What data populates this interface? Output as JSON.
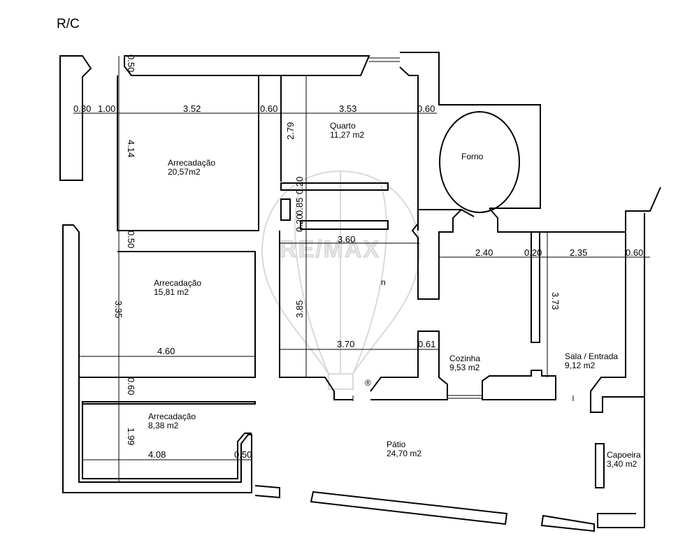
{
  "title": "R/C",
  "watermark": "RE/MAX",
  "watermark_mark": "®",
  "rooms": [
    {
      "id": "arrecadacao-1",
      "name": "Arrecadação",
      "area": "20,57m2"
    },
    {
      "id": "quarto",
      "name": "Quarto",
      "area": "11,27 m2"
    },
    {
      "id": "forno",
      "name": "Forno",
      "area": ""
    },
    {
      "id": "arrecadacao-2",
      "name": "Arrecadação",
      "area": "15,81 m2"
    },
    {
      "id": "cozinha",
      "name": "Cozinha",
      "area": "9,53 m2"
    },
    {
      "id": "sala-entrada",
      "name": "Sala / Entrada",
      "area": "9,12 m2"
    },
    {
      "id": "arrecadacao-3",
      "name": "Arrecadação",
      "area": "8,38 m2"
    },
    {
      "id": "patio",
      "name": "Pátio",
      "area": "24,70 m2"
    },
    {
      "id": "capoeira",
      "name": "Capoeira",
      "area": "3,40 m2"
    },
    {
      "id": "small-room",
      "name": "n",
      "area": ""
    }
  ],
  "dimensions": [
    {
      "id": "d-030",
      "label": "0.30"
    },
    {
      "id": "d-100",
      "label": "1.00"
    },
    {
      "id": "d-352",
      "label": "3.52"
    },
    {
      "id": "d-060a",
      "label": "0.60"
    },
    {
      "id": "d-353",
      "label": "3.53"
    },
    {
      "id": "d-060b",
      "label": "0.60"
    },
    {
      "id": "d-050a",
      "label": "0.50"
    },
    {
      "id": "d-414",
      "label": "4.14"
    },
    {
      "id": "d-279",
      "label": "2.79"
    },
    {
      "id": "d-020a",
      "label": "0.20"
    },
    {
      "id": "d-085",
      "label": "0.85"
    },
    {
      "id": "d-020b",
      "label": "0.20"
    },
    {
      "id": "d-050b",
      "label": "0.50"
    },
    {
      "id": "d-360",
      "label": "3.60"
    },
    {
      "id": "d-240",
      "label": "2.40"
    },
    {
      "id": "d-020c",
      "label": "0.20"
    },
    {
      "id": "d-235",
      "label": "2.35"
    },
    {
      "id": "d-060c",
      "label": "0.60"
    },
    {
      "id": "d-335",
      "label": "3.35"
    },
    {
      "id": "d-385",
      "label": "3.85"
    },
    {
      "id": "d-373",
      "label": "3.73"
    },
    {
      "id": "d-460",
      "label": "4.60"
    },
    {
      "id": "d-370",
      "label": "3.70"
    },
    {
      "id": "d-061",
      "label": "0.61"
    },
    {
      "id": "d-060d",
      "label": "0.60"
    },
    {
      "id": "d-199",
      "label": "1.99"
    },
    {
      "id": "d-408",
      "label": "4.08"
    },
    {
      "id": "d-050c",
      "label": "0.50"
    }
  ]
}
